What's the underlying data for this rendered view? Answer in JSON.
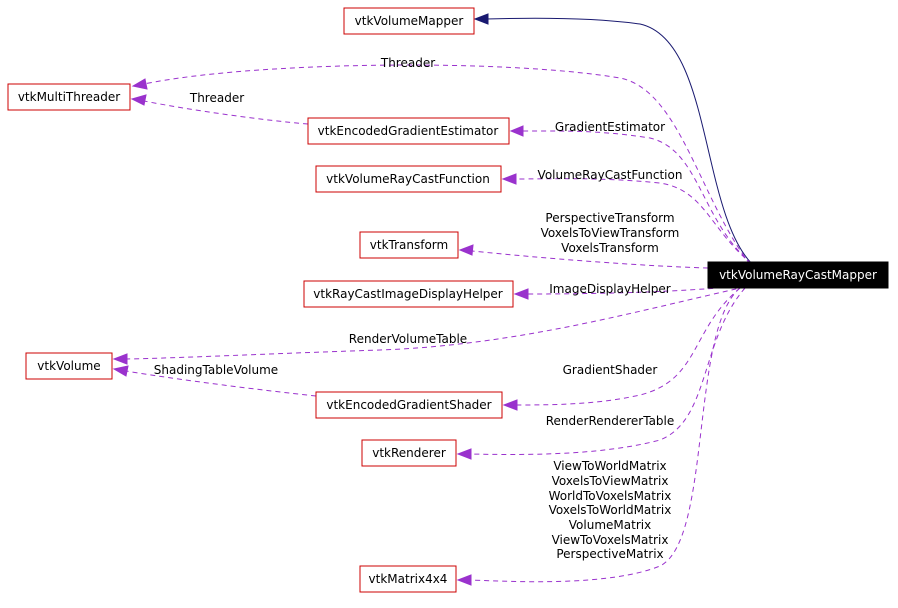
{
  "nodes": {
    "volume_mapper": "vtkVolumeMapper",
    "multi_threader": "vtkMultiThreader",
    "encoded_gradient_estimator": "vtkEncodedGradientEstimator",
    "volume_ray_cast_function": "vtkVolumeRayCastFunction",
    "transform": "vtkTransform",
    "ray_cast_image_display_helper": "vtkRayCastImageDisplayHelper",
    "volume": "vtkVolume",
    "encoded_gradient_shader": "vtkEncodedGradientShader",
    "renderer": "vtkRenderer",
    "matrix4x4": "vtkMatrix4x4",
    "volume_ray_cast_mapper": "vtkVolumeRayCastMapper"
  },
  "edges": {
    "threader_main": "Threader",
    "threader_estimator": "Threader",
    "gradient_estimator": "GradientEstimator",
    "volume_ray_cast_function": "VolumeRayCastFunction",
    "transform_labels": [
      "PerspectiveTransform",
      "VoxelsToViewTransform",
      "VoxelsTransform"
    ],
    "image_display_helper": "ImageDisplayHelper",
    "render_volume_table": "RenderVolumeTable",
    "shading_table_volume": "ShadingTableVolume",
    "gradient_shader": "GradientShader",
    "render_renderer_table": "RenderRendererTable",
    "matrix_labels": [
      "ViewToWorldMatrix",
      "VoxelsToViewMatrix",
      "WorldToVoxelsMatrix",
      "VoxelsToWorldMatrix",
      "VolumeMatrix",
      "ViewToVoxelsMatrix",
      "PerspectiveMatrix"
    ]
  },
  "colors": {
    "node_border": "#cc0000",
    "edge_dashed": "#9a32cd",
    "edge_inheritance": "#191970",
    "main_node_fill": "#000000"
  }
}
